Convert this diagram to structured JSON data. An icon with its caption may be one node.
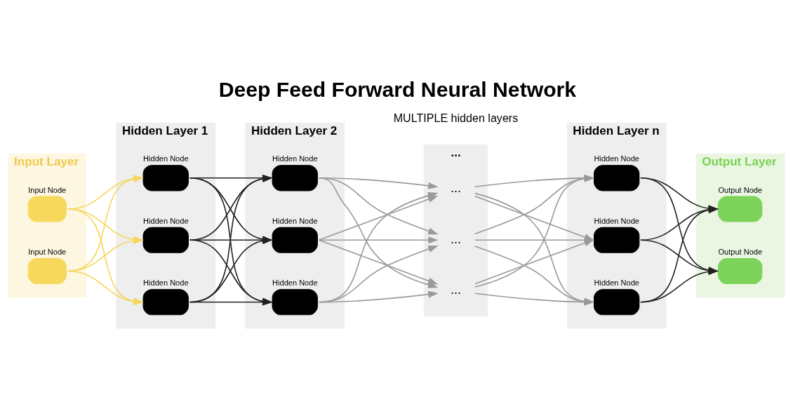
{
  "diagram": {
    "title": "Deep Feed Forward Neural Network",
    "nodes": [
      {
        "text": [
          "Input Layer"
        ]
      },
      {
        "text": [
          "Input Node"
        ],
        "in": 0
      },
      {
        "text": [
          "Input Node"
        ],
        "in": 0
      },
      {
        "text": [
          "Hidden Layer 1"
        ]
      },
      {
        "text": [
          "Hidden Node"
        ],
        "in": 3
      },
      {
        "text": [
          "Hidden Node"
        ],
        "in": 3
      },
      {
        "text": [
          "Hidden Node"
        ],
        "in": 3
      },
      {
        "text": [
          "Hidden Layer 2"
        ]
      },
      {
        "text": [
          "Hidden Node"
        ],
        "in": 7
      },
      {
        "text": [
          "Hidden Node"
        ],
        "in": 7
      },
      {
        "text": [
          "Hidden Node"
        ],
        "in": 7
      },
      {
        "text": [
          "..."
        ]
      },
      {
        "text": [
          "..."
        ],
        "in": 11
      },
      {
        "text": [
          "..."
        ],
        "in": 11
      },
      {
        "text": [
          "..."
        ],
        "in": 11
      },
      {
        "text": [
          "Hidden Layer n"
        ]
      },
      {
        "text": [
          "Hidden Node"
        ],
        "in": 15
      },
      {
        "text": [
          "Hidden Node"
        ],
        "in": 15
      },
      {
        "text": [
          "Hidden Node"
        ],
        "in": 15
      },
      {
        "text": [
          "Output Layer"
        ]
      },
      {
        "text": [
          "Output Node"
        ],
        "in": 19
      },
      {
        "text": [
          "Output Node"
        ],
        "in": 19
      }
    ],
    "edges": [
      {
        "from": 1,
        "to": 4,
        "arrow": "to",
        "color": "#f5d75a"
      },
      {
        "from": 1,
        "to": 5,
        "arrow": "to",
        "color": "#f5d75a"
      },
      {
        "from": 1,
        "to": 6,
        "arrow": "to",
        "color": "#f5d75a"
      },
      {
        "from": 2,
        "to": 4,
        "arrow": "to",
        "color": "#f5d75a"
      },
      {
        "from": 2,
        "to": 5,
        "arrow": "to",
        "color": "#f5d75a"
      },
      {
        "from": 2,
        "to": 6,
        "arrow": "to",
        "color": "#f5d75a"
      },
      {
        "from": 4,
        "to": 8,
        "arrow": "to",
        "color": "#222222"
      },
      {
        "from": 4,
        "to": 9,
        "arrow": "to",
        "color": "#222222"
      },
      {
        "from": 4,
        "to": 10,
        "arrow": "to",
        "color": "#222222"
      },
      {
        "from": 5,
        "to": 8,
        "arrow": "to",
        "color": "#222222"
      },
      {
        "from": 5,
        "to": 9,
        "arrow": "to",
        "color": "#222222"
      },
      {
        "from": 5,
        "to": 10,
        "arrow": "to",
        "color": "#222222"
      },
      {
        "from": 6,
        "to": 8,
        "arrow": "to",
        "color": "#222222"
      },
      {
        "from": 6,
        "to": 9,
        "arrow": "to",
        "color": "#222222"
      },
      {
        "from": 6,
        "to": 10,
        "arrow": "to",
        "color": "#222222"
      },
      {
        "from": 8,
        "to": 12,
        "arrow": "to"
      },
      {
        "from": 8,
        "to": 13,
        "arrow": "to"
      },
      {
        "from": 8,
        "to": 14,
        "arrow": "to"
      },
      {
        "from": 9,
        "to": 12,
        "arrow": "to"
      },
      {
        "from": 9,
        "to": 13,
        "arrow": "to"
      },
      {
        "from": 9,
        "to": 14,
        "arrow": "to"
      },
      {
        "from": 10,
        "to": 12,
        "arrow": "to"
      },
      {
        "from": 10,
        "to": 13,
        "arrow": "to"
      },
      {
        "from": 10,
        "to": 14,
        "arrow": "to"
      },
      {
        "from": 12,
        "to": 16,
        "arrow": "to"
      },
      {
        "from": 12,
        "to": 17,
        "arrow": "to"
      },
      {
        "from": 12,
        "to": 18,
        "arrow": "to"
      },
      {
        "from": 13,
        "to": 16,
        "arrow": "to"
      },
      {
        "from": 13,
        "to": 17,
        "arrow": "to"
      },
      {
        "from": 13,
        "to": 18,
        "arrow": "to"
      },
      {
        "from": 14,
        "to": 16,
        "arrow": "to"
      },
      {
        "from": 14,
        "to": 17,
        "arrow": "to"
      },
      {
        "from": 14,
        "to": 18,
        "arrow": "to"
      },
      {
        "from": 16,
        "to": 20,
        "arrow": "to",
        "color": "#222222"
      },
      {
        "from": 16,
        "to": 21,
        "arrow": "to",
        "color": "#222222"
      },
      {
        "from": 17,
        "to": 20,
        "arrow": "to",
        "color": "#222222"
      },
      {
        "from": 17,
        "to": 21,
        "arrow": "to",
        "color": "#222222"
      },
      {
        "from": 18,
        "to": 20,
        "arrow": "to",
        "color": "#222222"
      },
      {
        "from": 18,
        "to": 21,
        "arrow": "to",
        "color": "#222222"
      }
    ],
    "labels": [
      "MULTIPLE hidden layers"
    ]
  }
}
